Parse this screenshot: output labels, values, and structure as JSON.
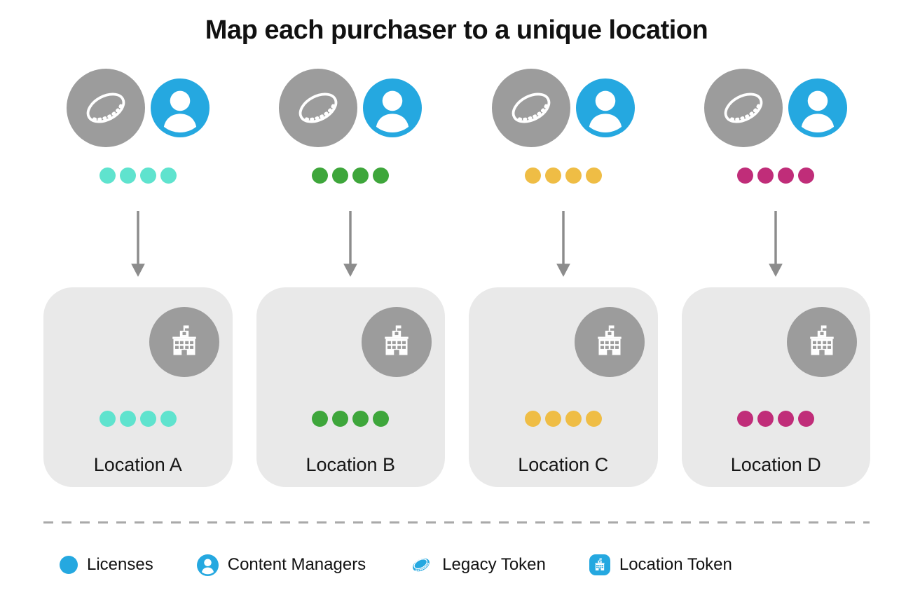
{
  "title": "Map each purchaser to a unique location",
  "colors": {
    "blue": "#25A8E0",
    "gray_badge": "#9C9C9C",
    "card_bg": "#E9E9E9",
    "arrow": "#8C8C8C",
    "divider": "#A9A9A9",
    "text": "#111111"
  },
  "columns": [
    {
      "location": "Location A",
      "color": "#5FE3CE",
      "dots": 4
    },
    {
      "location": "Location B",
      "color": "#3EA63B",
      "dots": 4
    },
    {
      "location": "Location C",
      "color": "#EFBD45",
      "dots": 4
    },
    {
      "location": "Location D",
      "color": "#C02D79",
      "dots": 4
    }
  ],
  "legend": {
    "items": [
      {
        "label": "Licenses",
        "icon": "licenses-icon"
      },
      {
        "label": "Content Managers",
        "icon": "content-manager-icon"
      },
      {
        "label": "Legacy Token",
        "icon": "legacy-token-icon"
      },
      {
        "label": "Location Token",
        "icon": "location-token-icon"
      }
    ]
  }
}
